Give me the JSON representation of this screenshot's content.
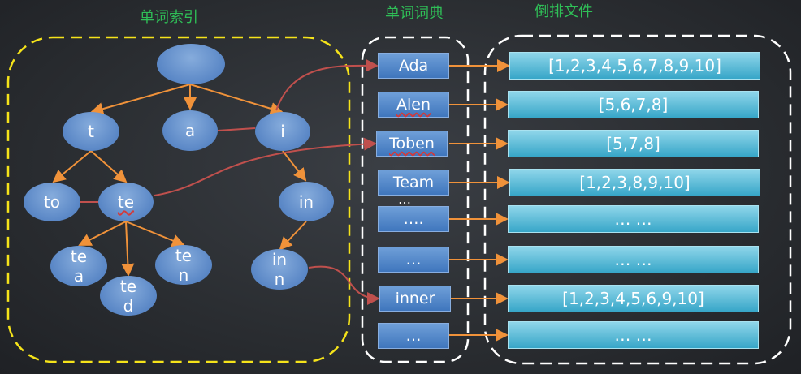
{
  "titles": {
    "index": "单词索引",
    "dictionary": "单词词典",
    "postings": "倒排文件"
  },
  "tree": {
    "root": "",
    "t": "t",
    "a": "a",
    "i": "i",
    "to": "to",
    "te": "te",
    "in": "in",
    "tea": "te\na",
    "ted": "te\nd",
    "ten": "te\nn",
    "inn": "in\nn"
  },
  "dictionary": [
    "Ada",
    "Alen",
    "Toben",
    "Team",
    "….",
    "…",
    "inner",
    "…"
  ],
  "dict_extra_dots": "…",
  "postings": [
    "[1,2,3,4,5,6,7,8,9,10]",
    "[5,6,7,8]",
    "[5,7,8]",
    "[1,2,3,8,9,10]",
    "… …",
    "… …",
    "[1,2,3,4,5,6,9,10]",
    "… …"
  ],
  "colors": {
    "title": "#2fbf57",
    "tree_edge": "#f0923a",
    "cross_link": "#c0504d",
    "index_border": "#f5e31a",
    "panel_border": "#ffffff"
  }
}
